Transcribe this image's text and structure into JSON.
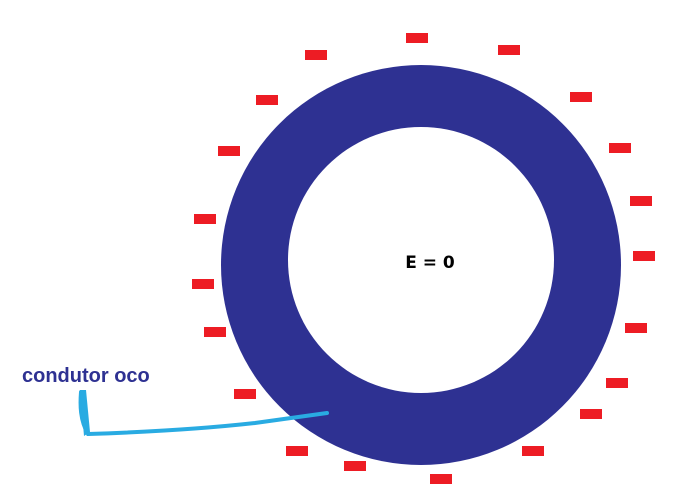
{
  "diagram": {
    "center_label": "E = 0",
    "callout_label": "condutor oco",
    "charge_count": 20,
    "colors": {
      "background": "#ffffff",
      "conductor": "#2e3192",
      "charge": "#ed1c24",
      "callout_line": "#29abe2",
      "callout_text": "#2e3192"
    }
  }
}
